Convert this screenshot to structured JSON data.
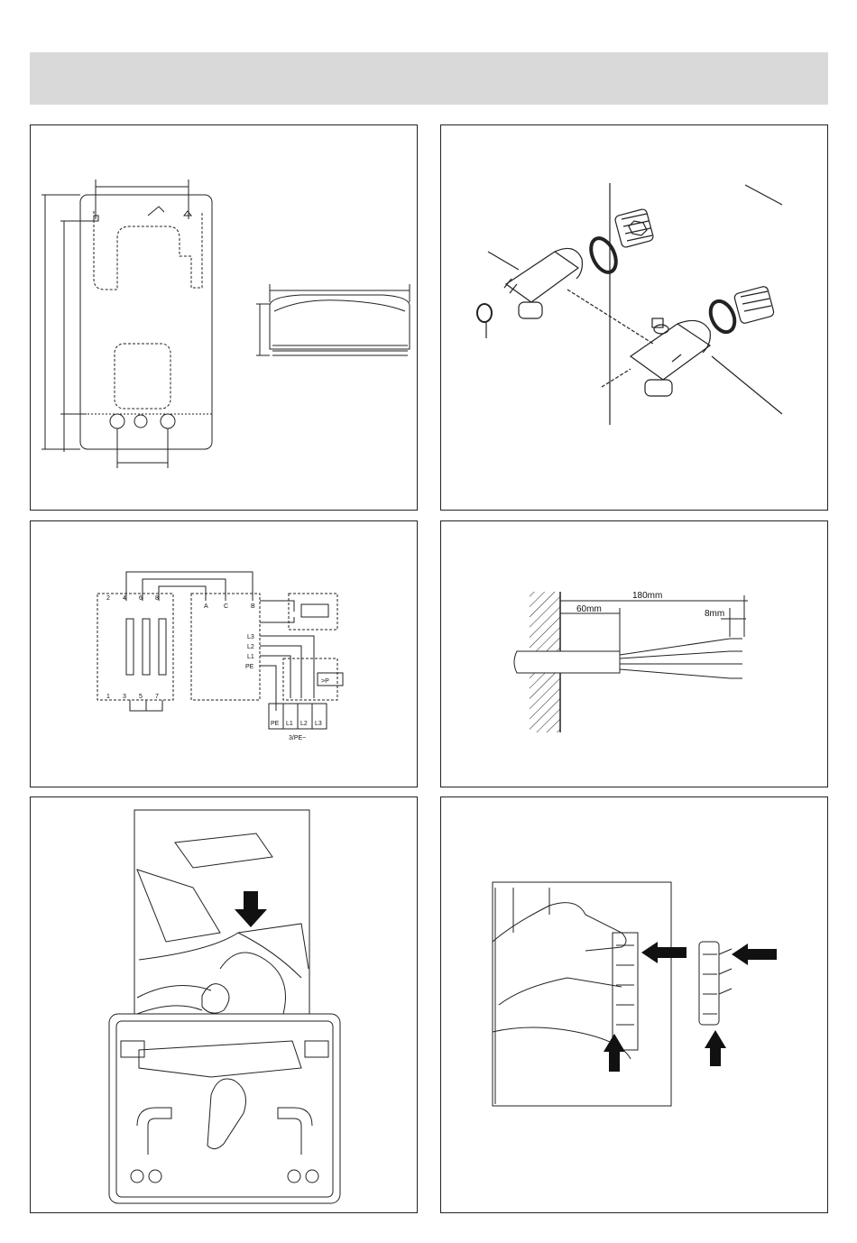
{
  "header": {
    "title": ""
  },
  "figure3": {
    "dimension_top": "180mm",
    "dimension_left": "60mm",
    "dimension_right": "8mm"
  },
  "figure2": {
    "terminals_top": [
      "2",
      "4",
      "6",
      "8"
    ],
    "terminals_bottom": [
      "1",
      "3",
      "5",
      "7"
    ],
    "terminals_mid": [
      "A",
      "C",
      "B"
    ],
    "line_labels": [
      "L3",
      "L2",
      "L1",
      "PE"
    ],
    "block_labels": [
      "PE",
      "L1",
      "L2",
      "L3"
    ],
    "supply": "3/PE~",
    "switch_symbol": ">P"
  }
}
